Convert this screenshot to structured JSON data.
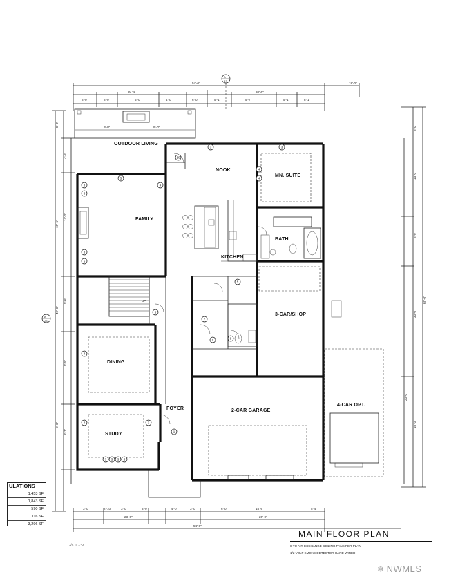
{
  "rooms": {
    "outdoor_living": "OUTDOOR LIVING",
    "nook": "NOOK",
    "mbr_suite": "MN. SUITE",
    "family": "FAMILY",
    "kitchen": "KITCHEN",
    "bath": "BATH",
    "shop": "3-CAR/SHOP",
    "dining": "DINING",
    "garage": "2-CAR GARAGE",
    "optional_garage": "4-CAR OPT.",
    "study": "STUDY",
    "foyer": "FOYER",
    "up": "UP"
  },
  "calculations": {
    "title": "ULATIONS",
    "rows": [
      "1,453 SF",
      "1,843 SF",
      "590 SF",
      "116 SF",
      "3,296 SF"
    ]
  },
  "title_block": {
    "title": "MAIN FLOOR PLAN",
    "note_1": "8 TO AIR EXCHANGE CEILING FANS PER PLAN",
    "note_2": "1/2 VOLT SMOKE DETECTOR HARD WIRED"
  },
  "scale_note": "1/4\" = 1'-0\"",
  "watermark": {
    "text": "NWMLS",
    "icon": "nwmls-logo-icon"
  }
}
